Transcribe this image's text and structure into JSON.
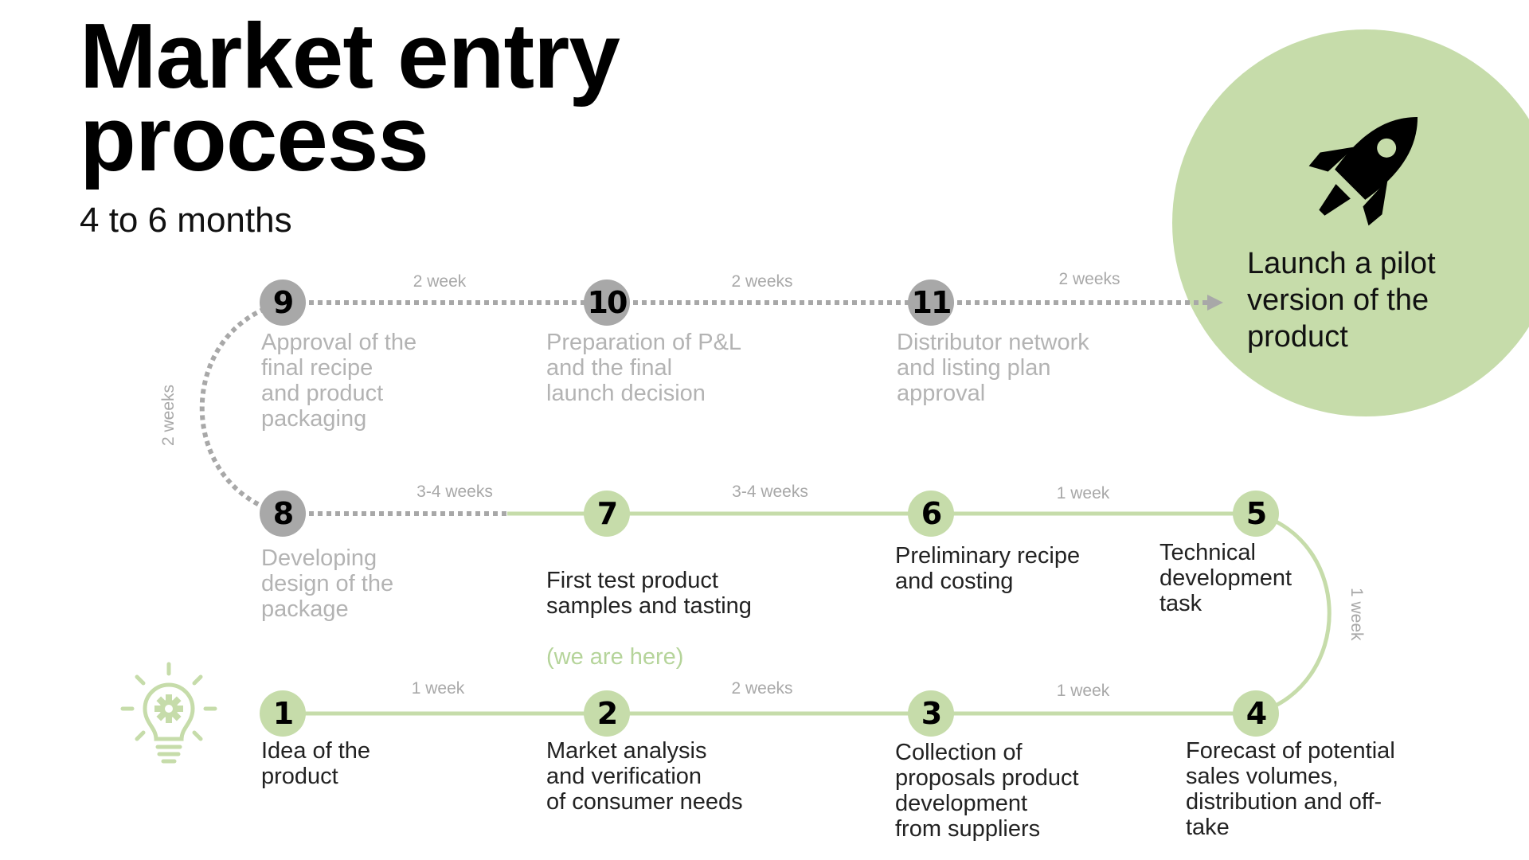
{
  "title_line1": "Market entry",
  "title_line2": "process",
  "subtitle": "4 to 6 months",
  "colors": {
    "accent": "#c6dcaa",
    "inactive": "#a8a8a8"
  },
  "steps": [
    {
      "number": "1",
      "label": "Idea of the\nproduct",
      "status": "done"
    },
    {
      "number": "2",
      "label": "Market analysis\nand verification\nof consumer needs",
      "status": "done"
    },
    {
      "number": "3",
      "label": "Collection of\nproposals product\ndevelopment\nfrom suppliers",
      "status": "done"
    },
    {
      "number": "4",
      "label": "Forecast of potential\nsales volumes,\ndistribution and off-\ntake",
      "status": "done"
    },
    {
      "number": "5",
      "label": "Technical\ndevelopment\ntask",
      "status": "done"
    },
    {
      "number": "6",
      "label": "Preliminary recipe\nand costing",
      "status": "done"
    },
    {
      "number": "7",
      "label": "First test product\nsamples and tasting",
      "note": "(we are here)",
      "status": "current"
    },
    {
      "number": "8",
      "label": "Developing\ndesign of the\npackage",
      "status": "pending"
    },
    {
      "number": "9",
      "label": "Approval of the\nfinal recipe\nand product\npackaging",
      "status": "pending"
    },
    {
      "number": "10",
      "label": "Preparation of P&L\nand the final\nlaunch decision",
      "status": "pending"
    },
    {
      "number": "11",
      "label": "Distributor network\nand listing plan\napproval",
      "status": "pending"
    }
  ],
  "durations": {
    "d1_2": "1 week",
    "d2_3": "2 weeks",
    "d3_4": "1 week",
    "d4_5": "1 week",
    "d5_6": "1 week",
    "d6_7": "3-4 weeks",
    "d7_8": "3-4 weeks",
    "d8_9": "2 weeks",
    "d9_10": "2 week",
    "d10_11": "2 weeks",
    "d11_launch": "2 weeks"
  },
  "launch": {
    "label": "Launch a pilot\nversion of the\nproduct",
    "icon": "rocket-icon"
  },
  "start_icon": "lightbulb-gear-icon"
}
